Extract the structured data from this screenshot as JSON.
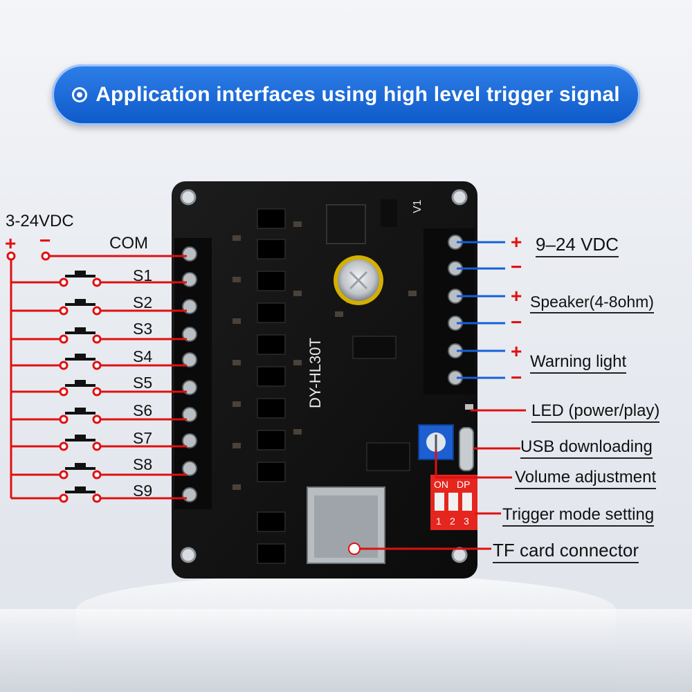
{
  "banner": {
    "text": "Application interfaces using high level trigger signal",
    "icon": "target-icon"
  },
  "left": {
    "supply_label": "3-24VDC",
    "plus": "+",
    "minus": "−",
    "com_label": "COM",
    "switches": [
      "S1",
      "S2",
      "S3",
      "S4",
      "S5",
      "S6",
      "S7",
      "S8",
      "S9"
    ]
  },
  "board": {
    "model": "DY-HL30T",
    "version": "V1",
    "dip_on": "ON",
    "dip_dp": "DP",
    "dip_numbers": [
      "1",
      "2",
      "3"
    ]
  },
  "right": {
    "power_label": "9–24 VDC",
    "speaker_label": "Speaker(4-8ohm)",
    "warning_label": "Warning light",
    "led_label": "LED (power/play)",
    "usb_label": "USB downloading",
    "volume_label": "Volume adjustment",
    "trigger_label": "Trigger mode setting",
    "tf_label": "TF card connector",
    "plus": "+",
    "minus": "−"
  },
  "colors": {
    "wire_red": "#e01010",
    "wire_blue": "#1560d8",
    "banner_blue": "#1565d8",
    "pcb": "#121212"
  }
}
